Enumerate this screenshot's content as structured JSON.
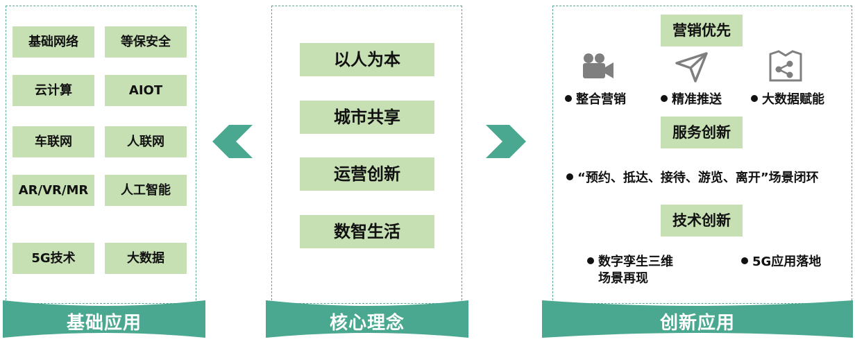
{
  "left_panel": {
    "title": "基础应用",
    "items": [
      "基础网络",
      "等保安全",
      "云计算",
      "AIOT",
      "车联网",
      "人联网",
      "AR/VR/MR",
      "人工智能",
      "5G技术",
      "大数据"
    ]
  },
  "middle_panel": {
    "title": "核心理念",
    "items": [
      "以人为本",
      "城市共享",
      "运营创新",
      "数智生活"
    ]
  },
  "right_panel": {
    "title": "创新应用",
    "marketing": {
      "header": "营销优先",
      "bullets": [
        "整合营销",
        "精准推送",
        "大数据赋能"
      ],
      "icons": [
        "video-camera-icon",
        "paper-plane-icon",
        "data-network-icon"
      ]
    },
    "service": {
      "header": "服务创新",
      "bullet": "“预约、抵达、接待、游览、离开”场景闭环"
    },
    "technology": {
      "header": "技术创新",
      "bullet_1_line_1": "数字孪生三维",
      "bullet_1_line_2": "场景再现",
      "bullet_2": "5G应用落地"
    }
  },
  "colors": {
    "banner": "#4aa890",
    "arrow": "#4aa890",
    "tag_fill": "#c6e0b4",
    "border": "#5aa596"
  }
}
